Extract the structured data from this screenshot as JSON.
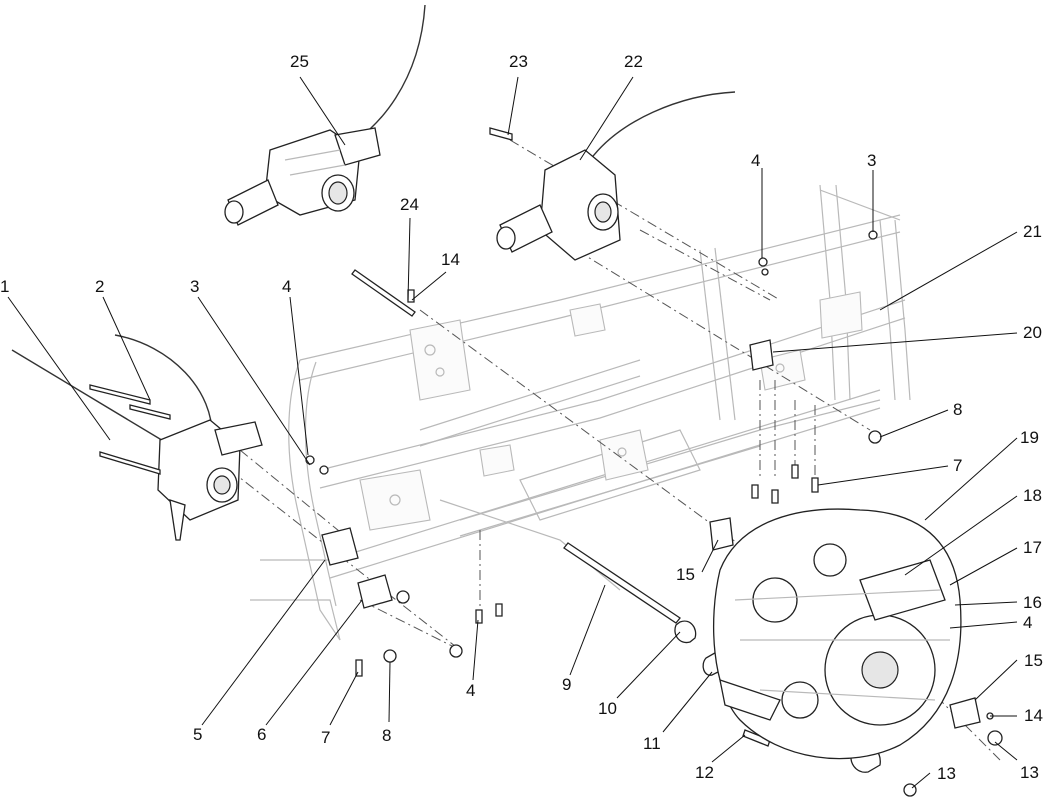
{
  "callouts": [
    {
      "id": "c1",
      "text": "1"
    },
    {
      "id": "c2",
      "text": "2"
    },
    {
      "id": "c3a",
      "text": "3"
    },
    {
      "id": "c3b",
      "text": "3"
    },
    {
      "id": "c4a",
      "text": "4"
    },
    {
      "id": "c4b",
      "text": "4"
    },
    {
      "id": "c4c",
      "text": "4"
    },
    {
      "id": "c4d",
      "text": "4"
    },
    {
      "id": "c5",
      "text": "5"
    },
    {
      "id": "c6",
      "text": "6"
    },
    {
      "id": "c7a",
      "text": "7"
    },
    {
      "id": "c7b",
      "text": "7"
    },
    {
      "id": "c8a",
      "text": "8"
    },
    {
      "id": "c8b",
      "text": "8"
    },
    {
      "id": "c9",
      "text": "9"
    },
    {
      "id": "c10",
      "text": "10"
    },
    {
      "id": "c11",
      "text": "11"
    },
    {
      "id": "c12",
      "text": "12"
    },
    {
      "id": "c13a",
      "text": "13"
    },
    {
      "id": "c13b",
      "text": "13"
    },
    {
      "id": "c14a",
      "text": "14"
    },
    {
      "id": "c14b",
      "text": "14"
    },
    {
      "id": "c15a",
      "text": "15"
    },
    {
      "id": "c15b",
      "text": "15"
    },
    {
      "id": "c16",
      "text": "16"
    },
    {
      "id": "c17",
      "text": "17"
    },
    {
      "id": "c18",
      "text": "18"
    },
    {
      "id": "c19",
      "text": "19"
    },
    {
      "id": "c20",
      "text": "20"
    },
    {
      "id": "c21",
      "text": "21"
    },
    {
      "id": "c22",
      "text": "22"
    },
    {
      "id": "c23",
      "text": "23"
    },
    {
      "id": "c24",
      "text": "24"
    },
    {
      "id": "c25",
      "text": "25"
    }
  ]
}
